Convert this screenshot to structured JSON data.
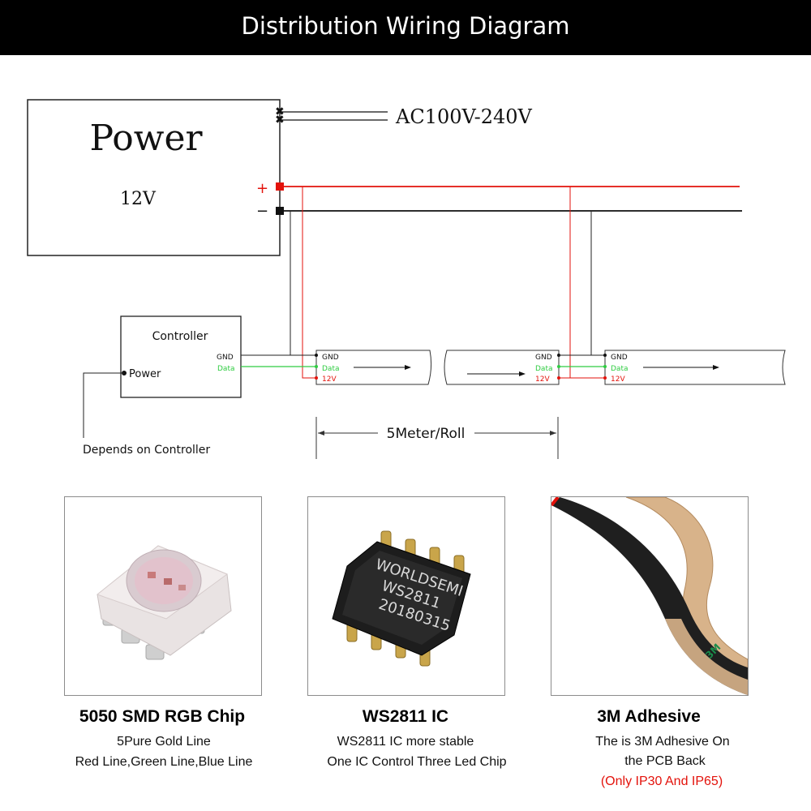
{
  "header": {
    "title": "Distribution Wiring Diagram"
  },
  "diagram": {
    "power_label": "Power",
    "voltage_label": "12V",
    "ac_label": "AC100V-240V",
    "plus": "+",
    "minus": "−",
    "controller_label": "Controller",
    "controller_gnd": "GND",
    "controller_data": "Data",
    "controller_power": "Power",
    "depends_note": "Depends on Controller",
    "roll_label": "5Meter/Roll",
    "strip_pins": {
      "gnd": "GND",
      "data": "Data",
      "v": "12V"
    },
    "colors": {
      "red_wire": "#e3120b",
      "black_wire": "#111111",
      "green_wire": "#2ecc40"
    }
  },
  "features": [
    {
      "title": "5050 SMD RGB Chip",
      "lines": [
        "5Pure Gold Line",
        "Red Line,Green Line,Blue Line"
      ]
    },
    {
      "title": "WS2811 IC",
      "lines": [
        "WS2811 IC more stable",
        "One IC Control Three Led Chip"
      ],
      "chip_text": [
        "WORLDSEMI",
        "WS2811",
        "20180315"
      ]
    },
    {
      "title": "3M Adhesive",
      "lines": [
        "The is 3M Adhesive On",
        "the PCB Back"
      ],
      "note": "(Only IP30 And IP65)"
    }
  ]
}
